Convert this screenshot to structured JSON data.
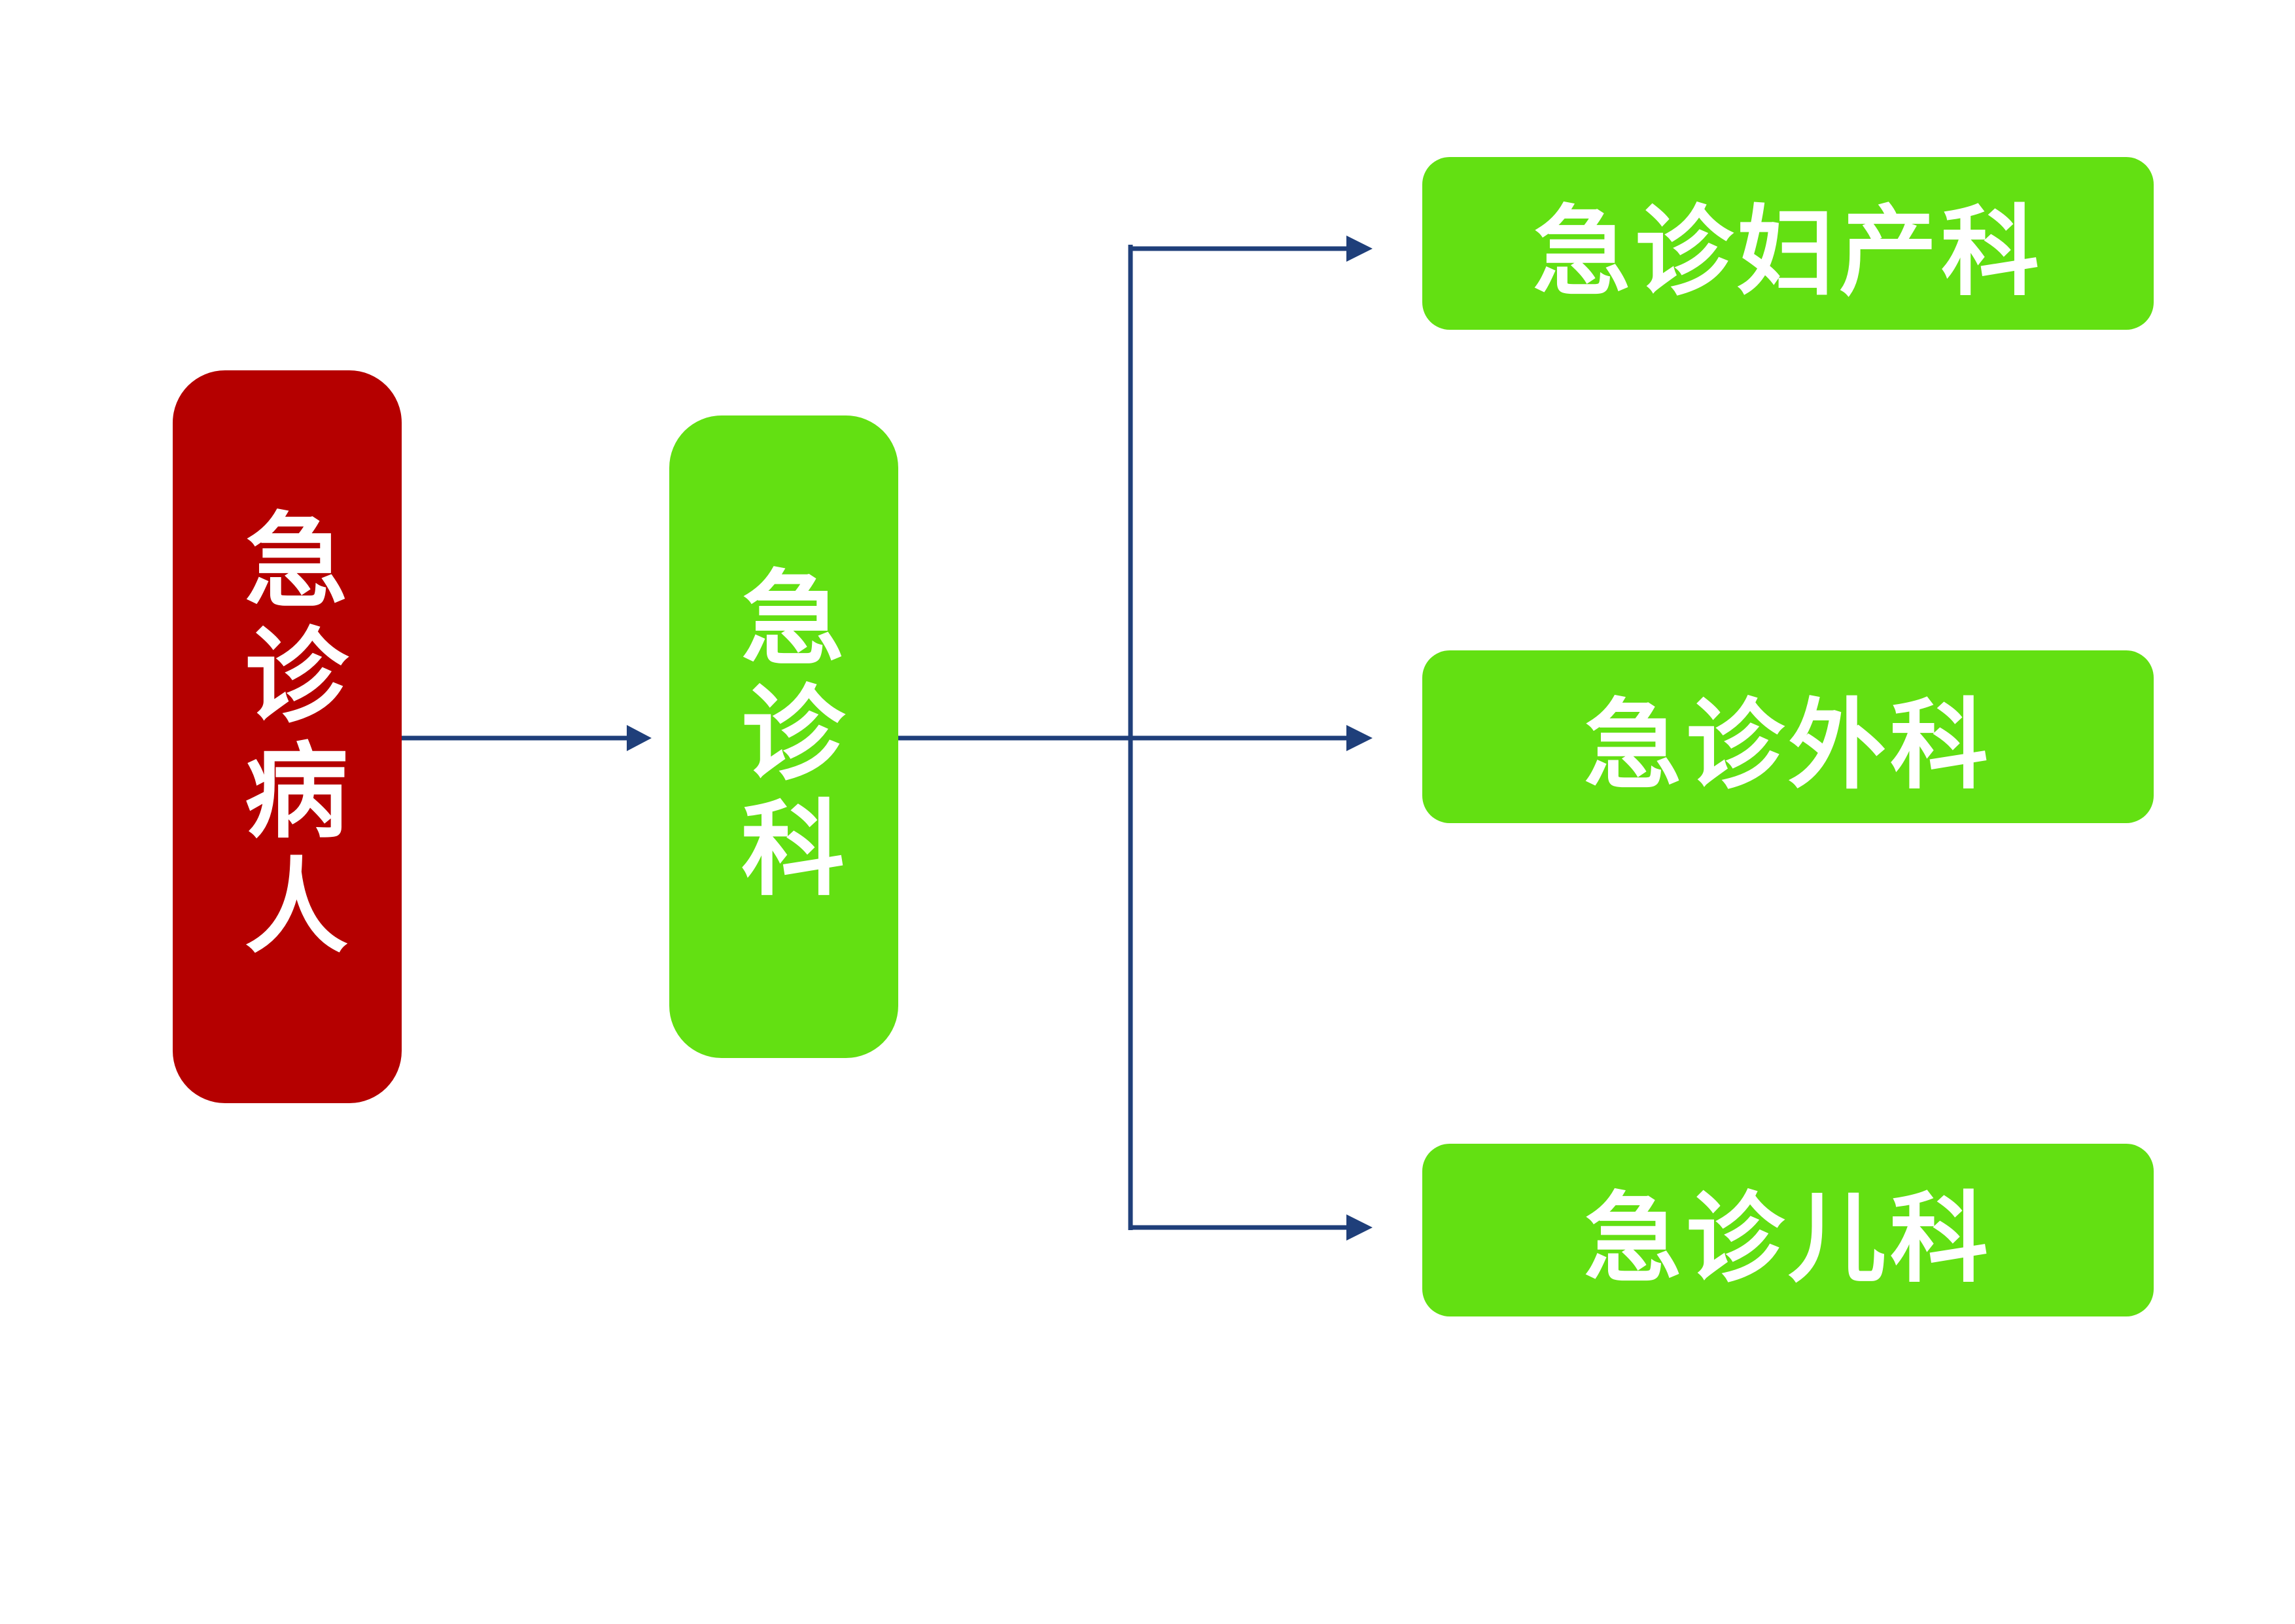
{
  "colors": {
    "patient_box": "#b50000",
    "department_box": "#63e012",
    "connector": "#1f3f7a",
    "text": "#ffffff",
    "background": "#ffffff"
  },
  "nodes": {
    "patient": "急诊病人",
    "emergency_department": "急诊科",
    "obgyn": "急诊妇产科",
    "surgery": "急诊外科",
    "pediatrics": "急诊儿科"
  }
}
